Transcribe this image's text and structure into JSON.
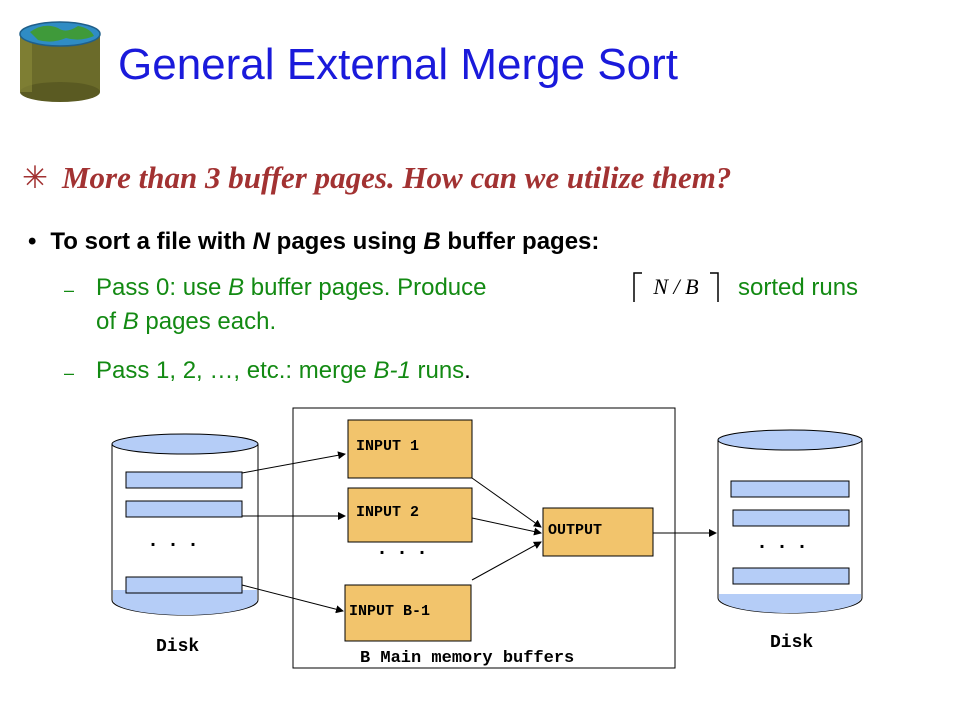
{
  "slide": {
    "title": "General External Merge Sort",
    "question": "More than 3 buffer pages.  How can we utilize them?",
    "bullet": {
      "p1": "To sort a file with ",
      "N": "N",
      "p2": " pages using ",
      "B": "B",
      "p3": " buffer pages:"
    },
    "sub1": {
      "p1": "Pass 0: use ",
      "B": "B",
      "p2": " buffer pages. Produce",
      "p3": "sorted runs",
      "p4": "of ",
      "B2": "B",
      "p5": " pages each."
    },
    "formula": "N / B",
    "sub2": {
      "p1": "Pass 1, 2, …,  etc.: merge ",
      "Bm1": "B-1",
      "p2": " runs",
      "p3": "."
    }
  },
  "diagram": {
    "input1": "INPUT 1",
    "input2": "INPUT 2",
    "inputB1": "INPUT B-1",
    "output": "OUTPUT",
    "dots": "...",
    "left_disk": "Disk",
    "right_disk": "Disk",
    "memory_label": "B Main memory buffers",
    "colors": {
      "buffer_fill": "#f2c46c",
      "disk_fill": "#b5cdf7"
    }
  }
}
